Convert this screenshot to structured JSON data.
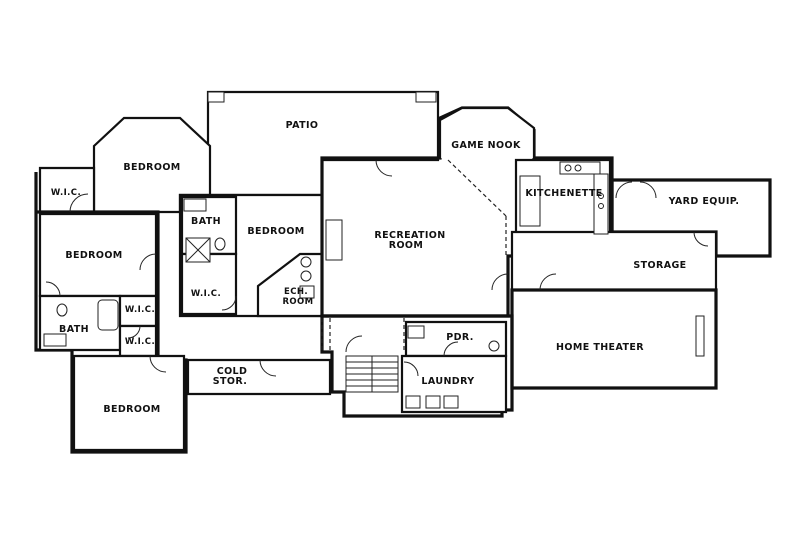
{
  "rooms": {
    "patio": "PATIO",
    "game_nook": "GAME NOOK",
    "bedroom_top": "BEDROOM",
    "wic_top_left": "W.I.C.",
    "bath_mid": "BATH",
    "bedroom_mid": "BEDROOM",
    "recreation_line1": "RECREATION",
    "recreation_line2": "ROOM",
    "kitchenette": "KITCHENETTE",
    "yard_equip": "YARD EQUIP.",
    "bedroom_left": "BEDROOM",
    "storage": "STORAGE",
    "wic_mid": "W.I.C.",
    "mech_line1": "ECH.",
    "mech_line2": "ROOM",
    "bath_left": "BATH",
    "wic_small_1": "W.I.C.",
    "wic_small_2": "W.I.C.",
    "pdr": "PDR.",
    "home_theater": "HOME THEATER",
    "cold_stor_line1": "COLD",
    "cold_stor_line2": "STOR.",
    "laundry": "LAUNDRY",
    "bedroom_bottom": "BEDROOM"
  }
}
